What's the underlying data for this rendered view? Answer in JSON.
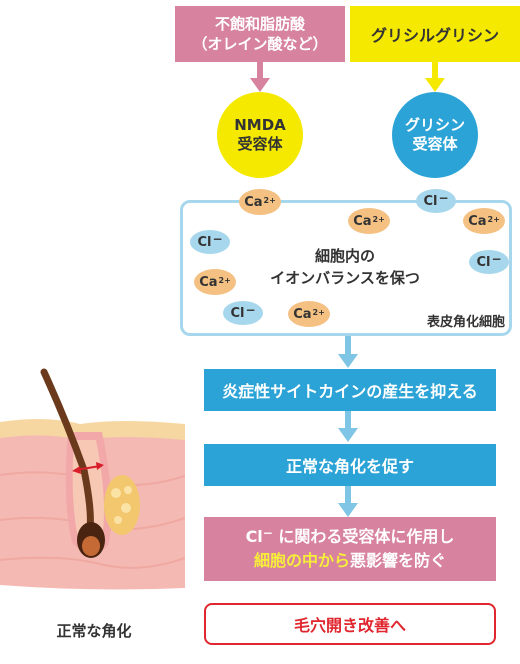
{
  "top_left_box": {
    "line1": "不飽和脂肪酸",
    "line2": "（オレイン酸など）"
  },
  "top_right_box": {
    "label": "グリシルグリシン"
  },
  "nmda_receptor": {
    "line1": "NMDA",
    "line2": "受容体"
  },
  "glycine_receptor": {
    "line1": "グリシン",
    "line2": "受容体"
  },
  "ions": {
    "ca_symbol": "Ca",
    "ca_charge": "2+",
    "cl_symbol": "Cl",
    "cl_charge": "−"
  },
  "cell": {
    "center_line1": "細胞内の",
    "center_line2": "イオンバランスを保つ",
    "label": "表皮角化細胞"
  },
  "steps": [
    "炎症性サイトカインの産生を抑える",
    "正常な角化を促す"
  ],
  "final_panel": {
    "line1_ion": "Cl",
    "line1_sup": "−",
    "line1_rest": " に関わる受容体に作用し",
    "line2_highlight": "細胞の中から",
    "line2_rest": "悪影響を防ぐ"
  },
  "result_button": "毛穴開き改善へ",
  "skin_caption": "正常な角化",
  "colors": {
    "pink": "#d7829e",
    "yellow": "#f5e900",
    "blue": "#2ca3d6",
    "light_blue": "#a7d7ec",
    "orange": "#f4c183",
    "red": "#e0262e"
  }
}
